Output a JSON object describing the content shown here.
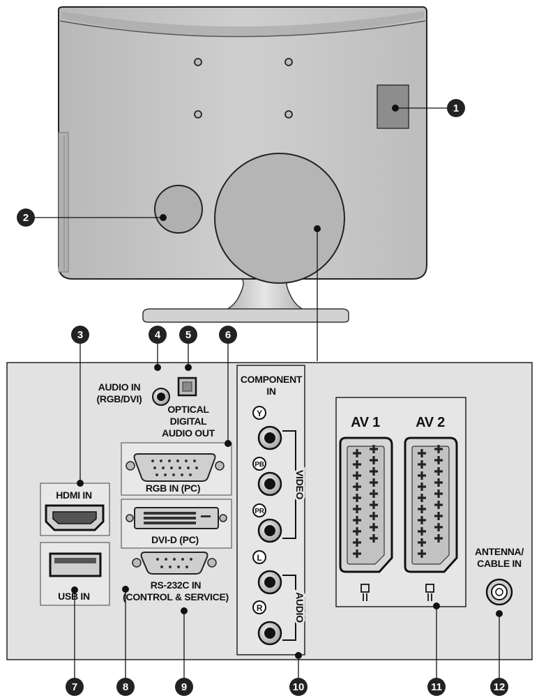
{
  "callouts": [
    "1",
    "2",
    "3",
    "4",
    "5",
    "6",
    "7",
    "8",
    "9",
    "10",
    "11",
    "12"
  ],
  "labels": {
    "audio_in_1": "AUDIO IN",
    "audio_in_2": "(RGB/DVI)",
    "optical_1": "OPTICAL",
    "optical_2": "DIGITAL",
    "optical_3": "AUDIO OUT",
    "rgb_in": "RGB IN (PC)",
    "hdmi_in": "HDMI IN",
    "dvi_d": "DVI-D (PC)",
    "usb_in": "USB IN",
    "rs232_1": "RS-232C IN",
    "rs232_2": "(CONTROL & SERVICE)",
    "component_1": "COMPONENT",
    "component_2": "IN",
    "video": "VIDEO",
    "audio": "AUDIO",
    "jack_y": "Y",
    "jack_pb": "PB",
    "jack_pr": "PR",
    "jack_l": "L",
    "jack_r": "R",
    "av1": "AV 1",
    "av2": "AV 2",
    "antenna_1": "ANTENNA/",
    "antenna_2": "CABLE IN"
  },
  "colors": {
    "tv_body": "#c8c8c8",
    "panel": "#e2e2e2",
    "callout_fill": "#222222",
    "outline": "#1a1a1a"
  },
  "icons": [
    "scart-connector-icon",
    "hdmi-port-icon",
    "usb-port-icon",
    "dsub-port-icon",
    "dvi-port-icon",
    "rca-jack-icon",
    "coax-jack-icon",
    "optical-port-icon"
  ]
}
